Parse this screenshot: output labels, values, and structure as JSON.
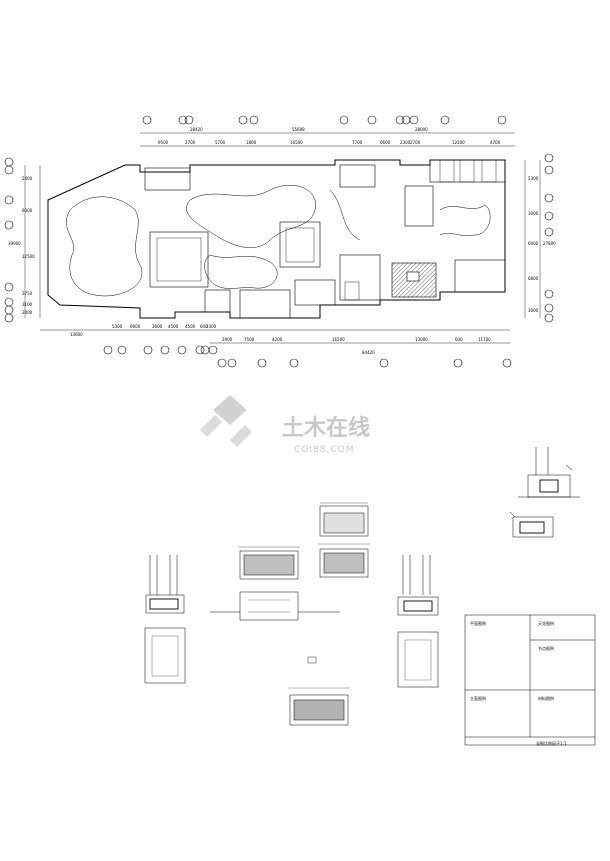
{
  "plan": {
    "top_dims_row1": [
      "28420",
      "55698",
      "28000"
    ],
    "top_dims_row2": [
      "9500",
      "2700",
      "5700",
      "1800",
      "16500",
      "7700",
      "6600",
      "2300",
      "2700",
      "12100",
      "4700"
    ],
    "bottom_dims_row1": [
      "13600",
      "5300",
      "6600",
      "3600",
      "4500",
      "4500",
      "600",
      "2300"
    ],
    "bottom_dims_row2": [
      "2900",
      "7500",
      "4200",
      "16500",
      "13000",
      "600",
      "11700"
    ],
    "bottom_total": "84420",
    "left_dims": [
      "5400",
      "9300",
      "12500",
      "3750",
      "3100",
      "2000"
    ],
    "left_total": "39900",
    "right_dims": [
      "5300",
      "3000",
      "6000",
      "6800",
      "3000"
    ],
    "right_total": "27800"
  },
  "watermark": {
    "title": "土木在线",
    "url": "COI88.COM"
  },
  "legend": {
    "sec1": "平面图例",
    "sec2": "天花图例",
    "sec3": "节点图例",
    "sec4": "立面图例",
    "sec5": "材料图例",
    "scale_note": "全图比例因子1:1"
  },
  "colors": {
    "line": "#000000",
    "watermark": "#c8c8c8",
    "background": "#ffffff"
  }
}
